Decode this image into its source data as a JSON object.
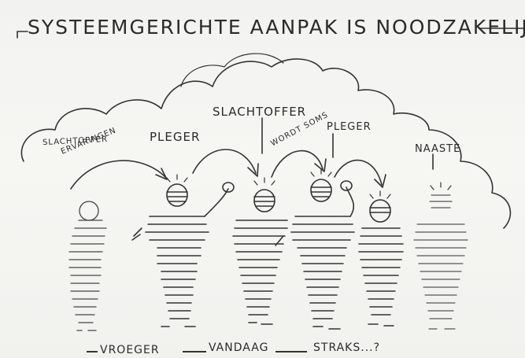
{
  "title": "SYSTEEMGERICHTE AANPAK IS NOODZAKELIJK",
  "labels": {
    "slachtoffer_left": "SLACHTOFFER",
    "ervaringen": "ERVARINGEN",
    "pleger_1": "PLEGER",
    "slachtoffer_center": "SLACHTOFFER",
    "wordt_soms": "WORDT SOMS",
    "pleger_2": "PLEGER",
    "naaste": "NAASTE"
  },
  "timeline": {
    "vroeger": "VROEGER",
    "vandaag": "VANDAAG",
    "straks": "STRAKS...?"
  },
  "colors": {
    "ink": "#2b2b2b",
    "paper": "#f4f4f1",
    "background": "#d9ece9"
  }
}
